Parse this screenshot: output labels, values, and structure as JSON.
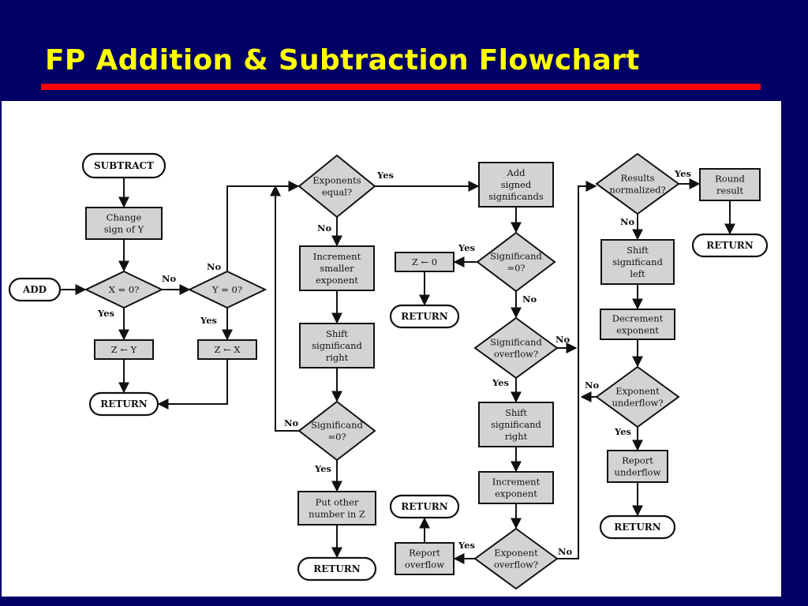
{
  "slide": {
    "title": "FP Addition & Subtraction Flowchart"
  },
  "colors": {
    "background": "#000066",
    "title": "#ffff00",
    "rule": "#ff0000",
    "panel": "#ffffff",
    "box_fill": "#d3d3d3"
  },
  "flowchart": {
    "nodes": {
      "subtract": [
        "SUBTRACT"
      ],
      "add": [
        "ADD"
      ],
      "change_sign": [
        "Change",
        "sign of Y"
      ],
      "x_zero": [
        "X = 0?"
      ],
      "y_zero": [
        "Y = 0?"
      ],
      "z_gets_y": [
        "Z ← Y"
      ],
      "z_gets_x": [
        "Z ← X"
      ],
      "return_1": [
        "RETURN"
      ],
      "exp_equal": [
        "Exponents",
        "equal?"
      ],
      "inc_smaller": [
        "Increment",
        "smaller",
        "exponent"
      ],
      "shift_right_1": [
        "Shift",
        "significand",
        "right"
      ],
      "sig_zero_1": [
        "Significand",
        "=0?"
      ],
      "put_other": [
        "Put other",
        "number in Z"
      ],
      "return_2": [
        "RETURN"
      ],
      "add_signed": [
        "Add",
        "signed",
        "significands"
      ],
      "sig_zero_2": [
        "Significand",
        "=0?"
      ],
      "z_gets_0": [
        "Z ← 0"
      ],
      "return_3": [
        "RETURN"
      ],
      "sig_overflow": [
        "Significand",
        "overflow?"
      ],
      "shift_right_2": [
        "Shift",
        "significand",
        "right"
      ],
      "inc_exp": [
        "Increment",
        "exponent"
      ],
      "exp_overflow": [
        "Exponent",
        "overflow?"
      ],
      "report_overflow": [
        "Report",
        "overflow"
      ],
      "return_4": [
        "RETURN"
      ],
      "results_norm": [
        "Results",
        "normalized?"
      ],
      "round_result": [
        "Round",
        "result"
      ],
      "return_5": [
        "RETURN"
      ],
      "shift_left": [
        "Shift",
        "significand",
        "left"
      ],
      "dec_exp": [
        "Decrement",
        "exponent"
      ],
      "exp_underflow": [
        "Exponent",
        "underflow?"
      ],
      "report_underflow": [
        "Report",
        "underflow"
      ],
      "return_6": [
        "RETURN"
      ]
    },
    "labels": {
      "x_zero_no": "No",
      "x_zero_yes": "Yes",
      "y_zero_no": "No",
      "y_zero_yes": "Yes",
      "exp_equal_yes": "Yes",
      "exp_equal_no": "No",
      "sig_zero_1_no": "No",
      "sig_zero_1_yes": "Yes",
      "sig_zero_2_yes": "Yes",
      "sig_zero_2_no": "No",
      "sig_overflow_no": "No",
      "sig_overflow_yes": "Yes",
      "exp_overflow_yes": "Yes",
      "exp_overflow_no": "No",
      "results_norm_yes": "Yes",
      "results_norm_no": "No",
      "exp_underflow_no": "No",
      "exp_underflow_yes": "Yes"
    }
  }
}
